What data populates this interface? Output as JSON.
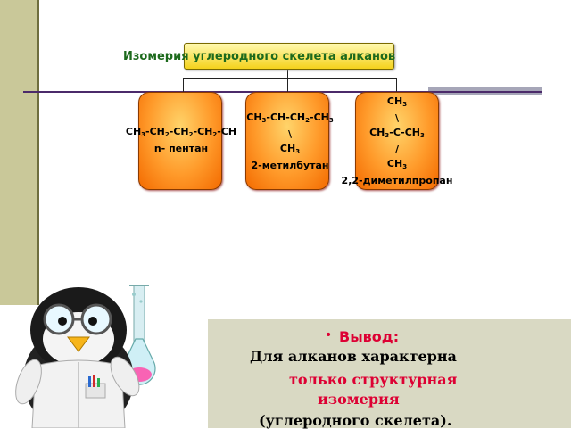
{
  "diagram": {
    "title": "Изомерия углеродного скелета алканов",
    "nodes": [
      {
        "lines": [
          {
            "parts": [
              [
                "CH",
                "3"
              ],
              [
                "-CH",
                "2"
              ],
              [
                "-CH",
                "2"
              ],
              [
                "-CH",
                "2"
              ],
              [
                "-CH",
                ""
              ]
            ]
          },
          {
            "text": "n- пентан"
          }
        ]
      },
      {
        "lines": [
          {
            "parts": [
              [
                "CH",
                "3"
              ],
              [
                "-CH-CH",
                "2"
              ],
              [
                "-CH",
                "3"
              ]
            ]
          },
          {
            "text": "\\"
          },
          {
            "parts": [
              [
                "CH",
                "3"
              ]
            ]
          },
          {
            "text": "2-метилбутан"
          }
        ]
      },
      {
        "lines": [
          {
            "parts": [
              [
                "CH",
                "3"
              ]
            ]
          },
          {
            "text": "\\"
          },
          {
            "parts": [
              [
                "CH",
                "3"
              ],
              [
                "-C-CH",
                "3"
              ]
            ]
          },
          {
            "text": "/"
          },
          {
            "parts": [
              [
                "CH",
                "3"
              ]
            ]
          },
          {
            "text": "2,2-диметилпропан"
          }
        ]
      }
    ]
  },
  "conclusion": {
    "bullet": "•",
    "title": "Вывод:",
    "line1": "Для алканов характерна",
    "line2": "только структурная",
    "line3": "изомерия",
    "line4": "(углеродного скелета)."
  },
  "colors": {
    "title_text": "#1d6a1d",
    "node_fill": "#ff9a2a",
    "conclusion_bg": "#d9d9c3",
    "accent_red": "#dd0033"
  },
  "icons": [
    "penguin-scientist-icon",
    "flask-icon"
  ]
}
